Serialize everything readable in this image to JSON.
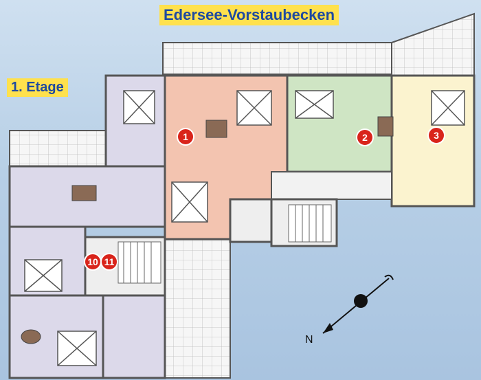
{
  "title": "Edersee-Vorstaubecken",
  "floor_label": "1. Etage",
  "compass_label": "N",
  "apartment_markers": [
    "1",
    "2",
    "3",
    "10",
    "11"
  ],
  "colors": {
    "title_bg": "#ffe14d",
    "title_text": "#1f4aa0",
    "apartment_1": "#f3c4b0",
    "apartment_2": "#cfe5c4",
    "apartment_3": "#fbf3cf",
    "common": "#d9d6e8",
    "balcony": "#f4f4f4",
    "marker": "#d9241b"
  }
}
